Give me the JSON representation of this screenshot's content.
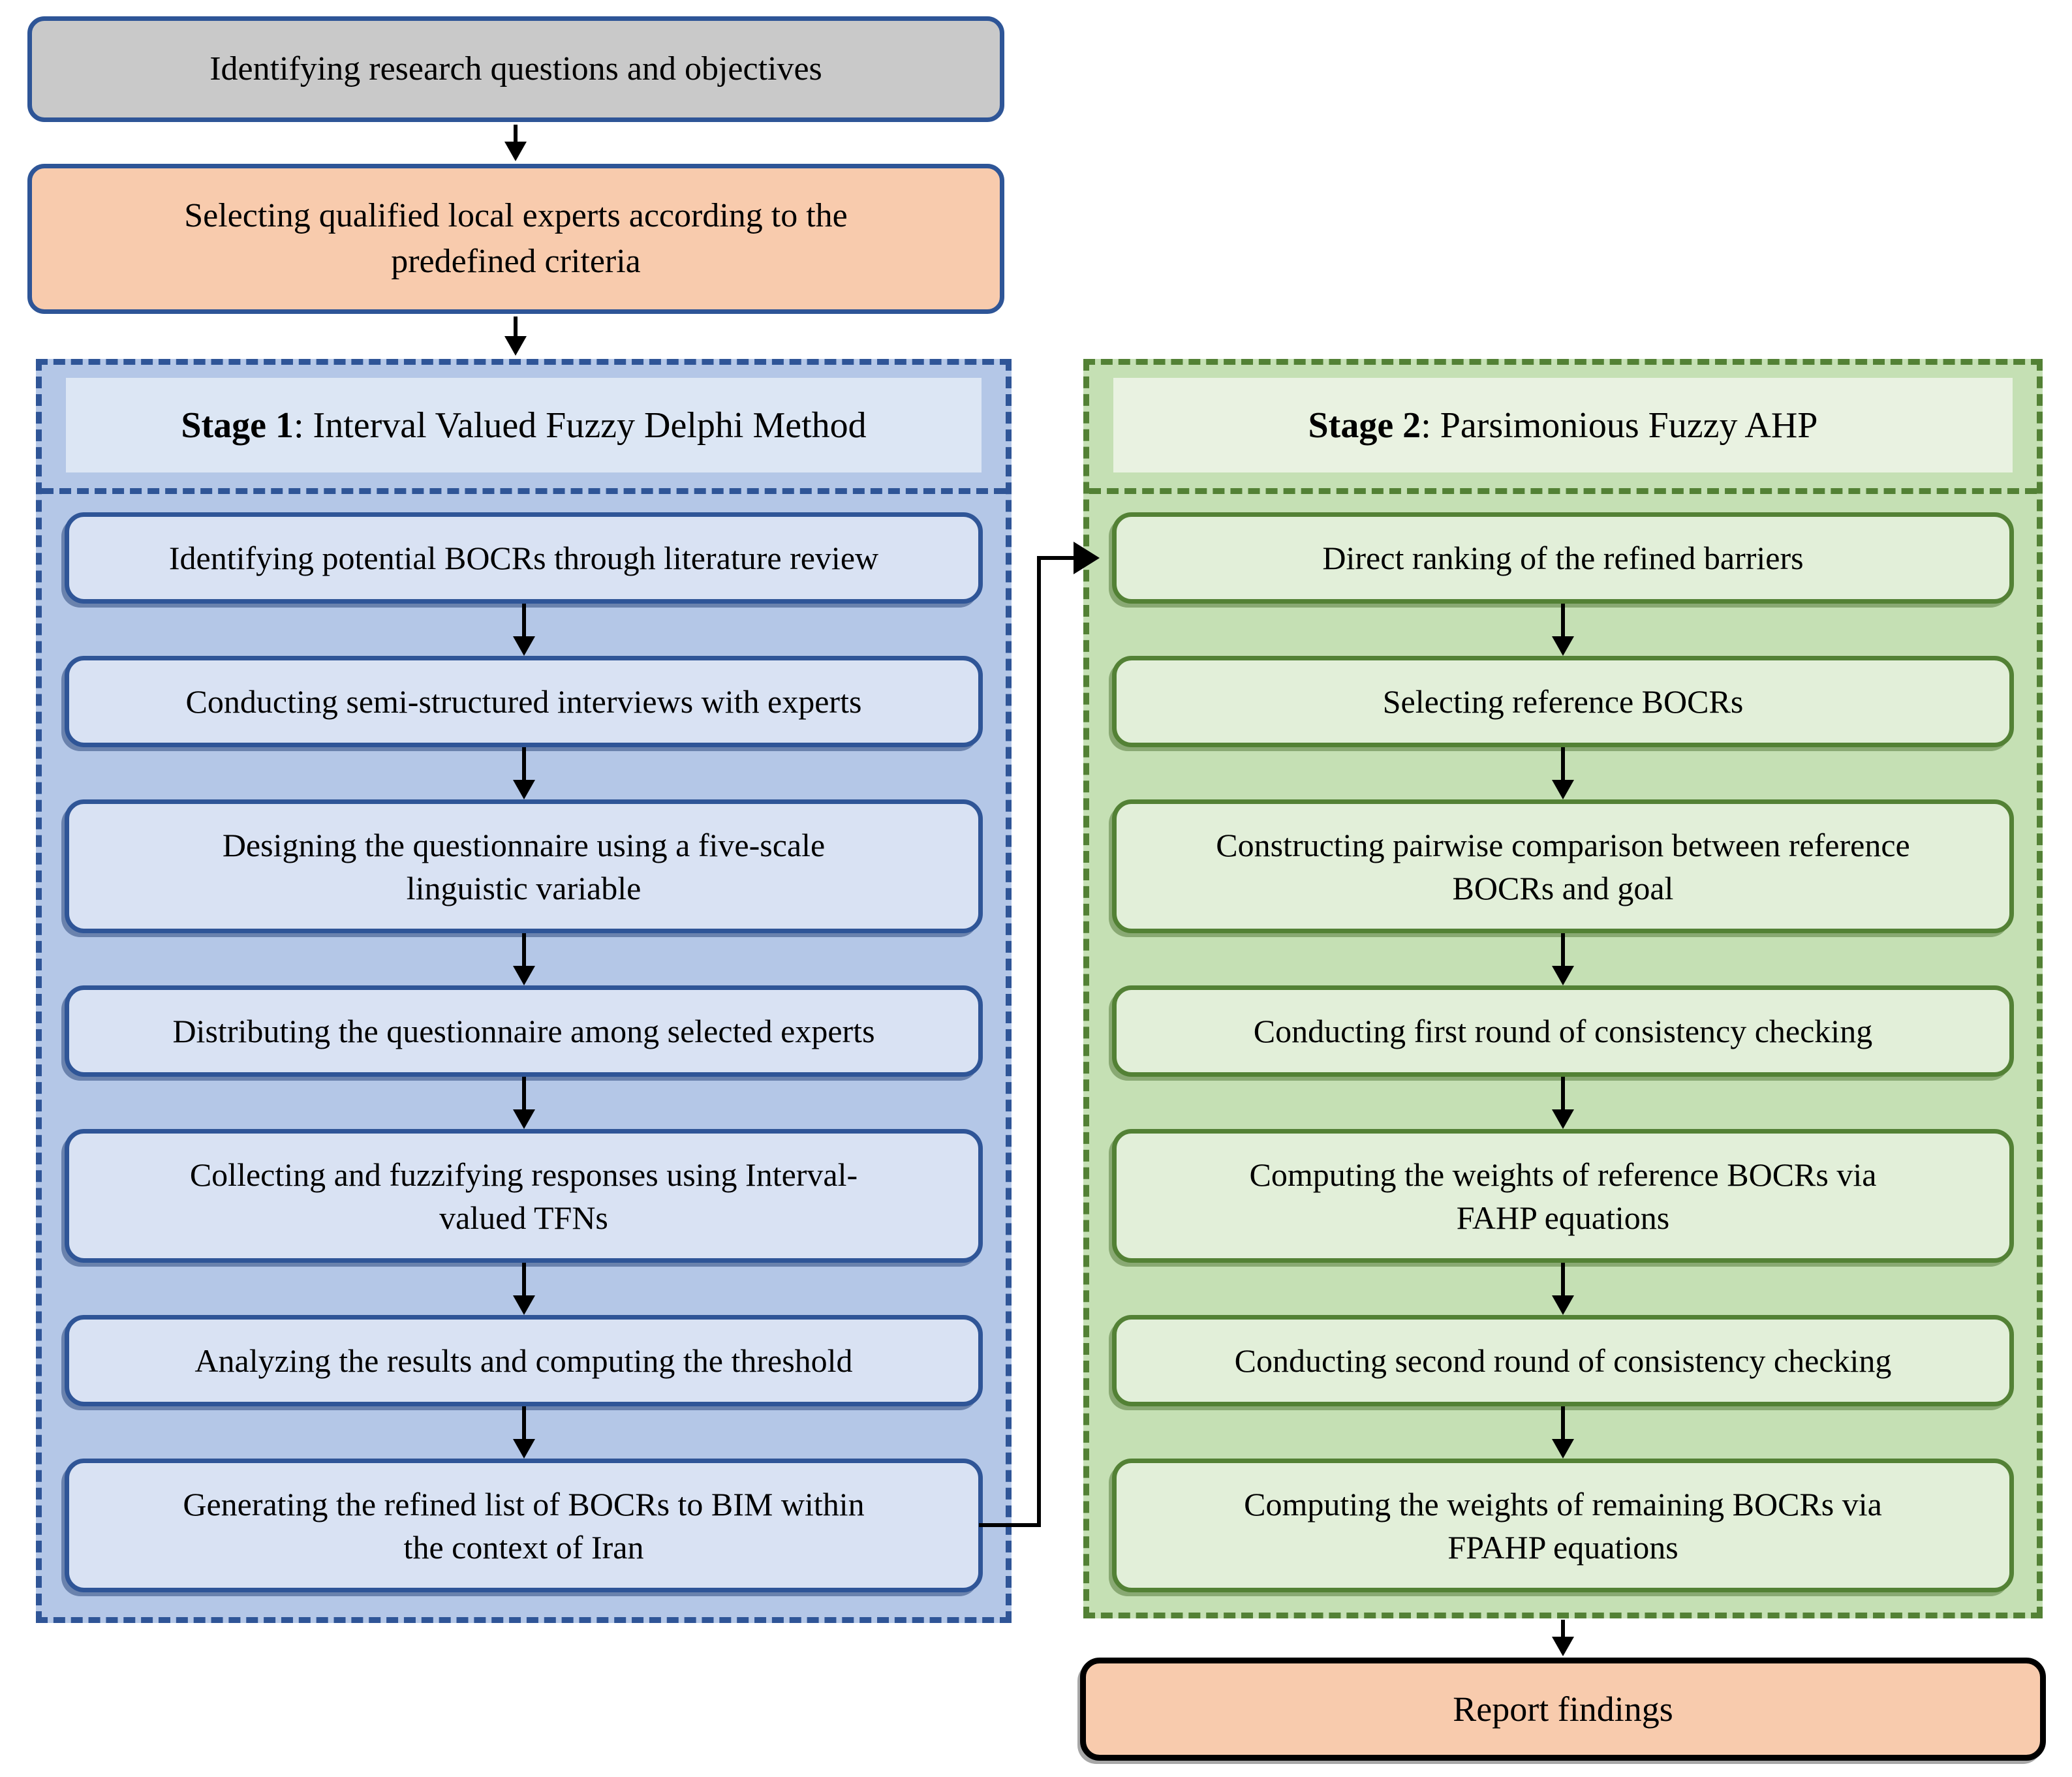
{
  "flow": {
    "top_nodes": [
      {
        "lines": [
          "Identifying research questions and objectives"
        ]
      },
      {
        "lines": [
          "Selecting qualified local experts according to the",
          "predefined criteria"
        ]
      }
    ],
    "stage1": {
      "title_prefix": "Stage 1",
      "title_rest": ": Interval Valued Fuzzy Delphi Method",
      "steps": [
        {
          "lines": [
            "Identifying potential BOCRs through literature review"
          ]
        },
        {
          "lines": [
            "Conducting semi-structured interviews with experts"
          ]
        },
        {
          "lines": [
            "Designing the questionnaire using a five-scale",
            "linguistic variable"
          ]
        },
        {
          "lines": [
            "Distributing the questionnaire among selected experts"
          ]
        },
        {
          "lines": [
            "Collecting and fuzzifying responses using Interval-",
            "valued TFNs"
          ]
        },
        {
          "lines": [
            "Analyzing the results and computing the threshold"
          ]
        },
        {
          "lines": [
            "Generating the refined list of BOCRs to BIM within",
            "the context of Iran"
          ]
        }
      ]
    },
    "stage2": {
      "title_prefix": "Stage 2",
      "title_rest": ": Parsimonious Fuzzy AHP",
      "steps": [
        {
          "lines": [
            "Direct ranking of the refined barriers"
          ]
        },
        {
          "lines": [
            "Selecting reference BOCRs"
          ]
        },
        {
          "lines": [
            "Constructing pairwise comparison between reference",
            "BOCRs and goal"
          ]
        },
        {
          "lines": [
            "Conducting first round of consistency checking"
          ]
        },
        {
          "lines": [
            "Computing the weights of reference BOCRs via",
            "FAHP equations"
          ]
        },
        {
          "lines": [
            "Conducting second round of consistency checking"
          ]
        },
        {
          "lines": [
            "Computing the weights of remaining BOCRs via",
            "FPAHP equations"
          ]
        }
      ]
    },
    "final_node": {
      "lines": [
        "Report findings"
      ]
    },
    "colors": {
      "blue_border": "#2F5597",
      "stage1_panel_fill": "#B4C7E7",
      "stage1_header_fill": "#DCE6F4",
      "stage1_box_fill": "#D9E2F3",
      "green_border": "#538135",
      "stage2_panel_fill": "#C5E0B4",
      "stage2_header_fill": "#E9F2E1",
      "stage2_box_fill": "#E2EFD9",
      "gray_node_fill": "#C9C9C9",
      "orange_node_fill": "#F8CBAD",
      "report_border": "#000000",
      "arrow_color": "#000000"
    }
  }
}
